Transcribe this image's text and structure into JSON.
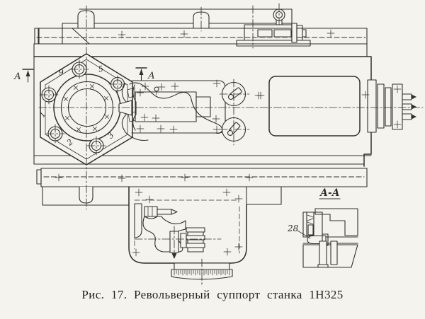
{
  "figure": {
    "caption": "Рис. 17. Револьверный суппорт станка 1Н325",
    "labels": {
      "view_arrow_left": "А",
      "view_arrow_mid": "А",
      "section_title": "А-А",
      "part_number": "28"
    },
    "turret_position_labels": [
      "9",
      "5",
      "1",
      "2",
      "3"
    ],
    "colors": {
      "ink": "#32302b",
      "paper": "#f5f3ee"
    }
  }
}
